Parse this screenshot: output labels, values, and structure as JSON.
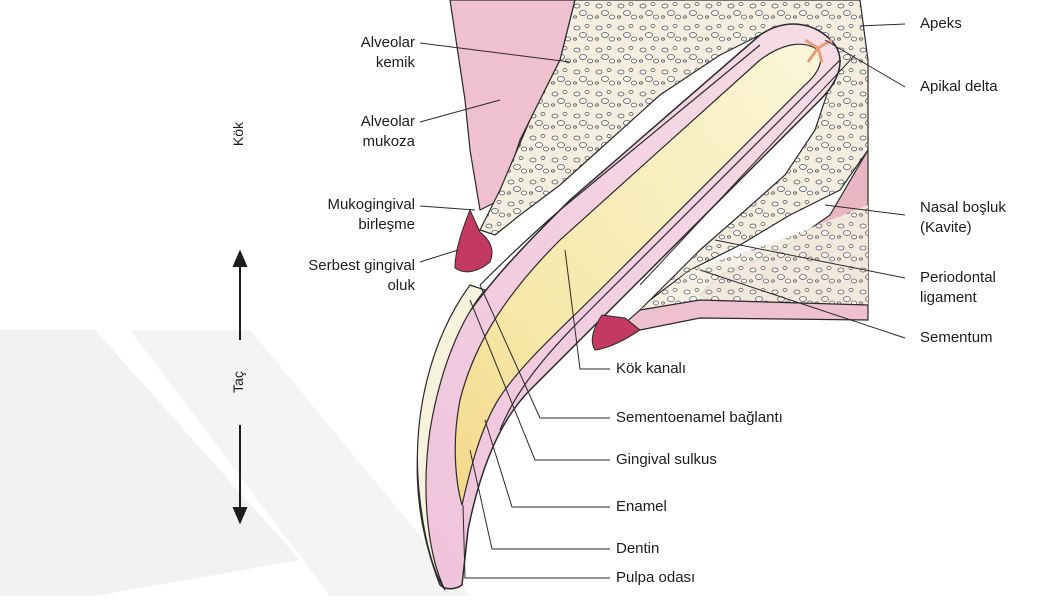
{
  "labels": {
    "alveolar_kemik": [
      "Alveolar",
      "kemik"
    ],
    "alveolar_mukoza": [
      "Alveolar",
      "mukoza"
    ],
    "mukogingival": [
      "Mukogingival",
      "birleşme"
    ],
    "serbest_gingival": [
      "Serbest gingival",
      "oluk"
    ],
    "apeks": "Apeks",
    "apikal_delta": "Apikal delta",
    "nasal_bosluk": [
      "Nasal boşluk",
      "(Kavite)"
    ],
    "periodontal": [
      "Periodontal",
      "ligament"
    ],
    "sementum": "Sementum",
    "kok_kanali": "Kök kanalı",
    "sementoenamel": "Sementoenamel bağlantı",
    "gingival_sulkus": "Gingival sulkus",
    "enamel": "Enamel",
    "dentin": "Dentin",
    "pulpa": "Pulpa odası"
  },
  "side_labels": {
    "root": "Kök",
    "crown": "Taç"
  },
  "colors": {
    "pink_tissue": "#efc0cf",
    "gum_red": "#c23a62",
    "bone": "#f3eee0",
    "yellow": "#f5ec9e",
    "dentin_pink": "#f0bcd8",
    "enamel": "#f7f2dc",
    "line": "#2a2a2a",
    "watermark": "#f1f1f1"
  }
}
